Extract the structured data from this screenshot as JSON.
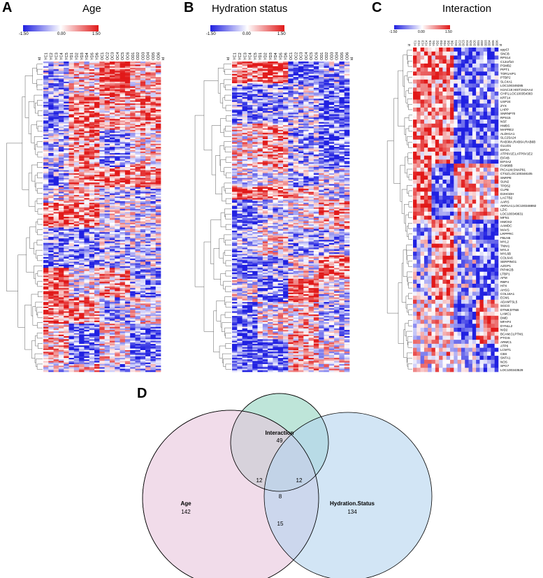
{
  "panels": [
    {
      "label": "A",
      "title": "Age",
      "legend": {
        "min": "-1.50",
        "mid": "0.00",
        "max": "1.50"
      },
      "columns": [
        "YC1",
        "YC2",
        "YC3",
        "YC4",
        "YC5",
        "YD1",
        "YD2",
        "YD3",
        "YD4",
        "YD5",
        "YD6",
        "OC1",
        "OC2",
        "OC3",
        "OC4",
        "OC5",
        "OC6",
        "OD1",
        "OD2",
        "OD3",
        "OD4",
        "OD5",
        "OD6"
      ],
      "corner_label": "id"
    },
    {
      "label": "B",
      "title": "Hydration status",
      "legend": {
        "min": "-1.50",
        "mid": "0.00",
        "max": "1.50"
      },
      "columns": [
        "YC1",
        "YC2",
        "YC3",
        "YC4",
        "YC5",
        "YD1",
        "YD2",
        "YD3",
        "YD4",
        "YD5",
        "YD6",
        "OC1",
        "OC2",
        "OC3",
        "OC4",
        "OC5",
        "OC6",
        "OD1",
        "OD2",
        "OD3",
        "OD4",
        "OD5",
        "OD6"
      ],
      "corner_label": "id"
    },
    {
      "label": "C",
      "title": "Interaction",
      "legend": {
        "min": "-1.50",
        "mid": "0.00",
        "max": "1.50"
      },
      "columns": [
        "YC1",
        "YC2",
        "YC3",
        "YC4",
        "YC5",
        "YD1",
        "YD2",
        "YD3",
        "YD4",
        "YD5",
        "YD6",
        "OC1",
        "OC2",
        "OC3",
        "OC4",
        "OC5",
        "OC6",
        "OD1",
        "OD2",
        "OD3",
        "OD4",
        "OD5",
        "OD6"
      ],
      "corner_label": "id",
      "genes": [
        "eppCl",
        "SNCB",
        "RPS14",
        "C12orf10",
        "PSMB2",
        "PIPT1",
        "TOR1AIP1",
        "PTBP2",
        "SLC4A1",
        "LOC100349285",
        "H2AC19;HIST2H2AA4",
        "CHP1;LOC100354383",
        "KRT14",
        "USP24",
        "ZYX",
        "LHPP",
        "SNRNP70",
        "RPS15",
        "NSF",
        "HMBS",
        "MAPRE2",
        "ALDH1A1",
        "SLC25A24",
        "RAB38A;RAB6A;RAB6B",
        "GLUD1",
        "EIF2A",
        "ATP6V1E1;ATP6V1E2",
        "EIF4B",
        "EIF4A2",
        "FAM98B",
        "PICALM;SNAP91",
        "CTSZ;LOC100348105",
        "SNRPE",
        "SUN2",
        "TPD52",
        "CLPB",
        "D2HGDH",
        "LACTB2",
        "AARS",
        "AKR1A1;LOC100348892",
        "LZIC",
        "LOC100349631",
        "MFN1",
        "HMOX2",
        "AAMDC",
        "MAVS",
        "LRPPRC",
        "FBLN5",
        "MYL2",
        "TNNI1",
        "MYL3",
        "MYL6B",
        "COL6A6",
        "SERPING1",
        "AZGP1",
        "PIP4K2B",
        "LTBP1",
        "AFM",
        "RBP4",
        "HPX",
        "AHSG",
        "COL18A1",
        "ECM1",
        "ADAMTSL5",
        "SGCG",
        "DTNB;DTNB",
        "LAMC1",
        "DMD",
        "MFAP4",
        "DYNLL2",
        "NID2",
        "BCAM;CLPTM1",
        "PTGIS",
        "ARMC1",
        "ATP6",
        "LCMT1",
        "CBS",
        "SNTA1",
        "NOS",
        "SPG7",
        "LOC100343529"
      ]
    }
  ],
  "venn": {
    "label": "D",
    "sets": [
      {
        "name": "Interaction",
        "unique": 49,
        "color": "#a8dccc"
      },
      {
        "name": "Age",
        "unique": 142,
        "color": "#e7c4dc"
      },
      {
        "name": "Hydration.Status",
        "unique": 134,
        "color": "#b4d4ef"
      }
    ],
    "overlaps": {
      "interaction_age": 12,
      "interaction_hydration": 12,
      "all_three": 8,
      "age_hydration": 15
    }
  }
}
